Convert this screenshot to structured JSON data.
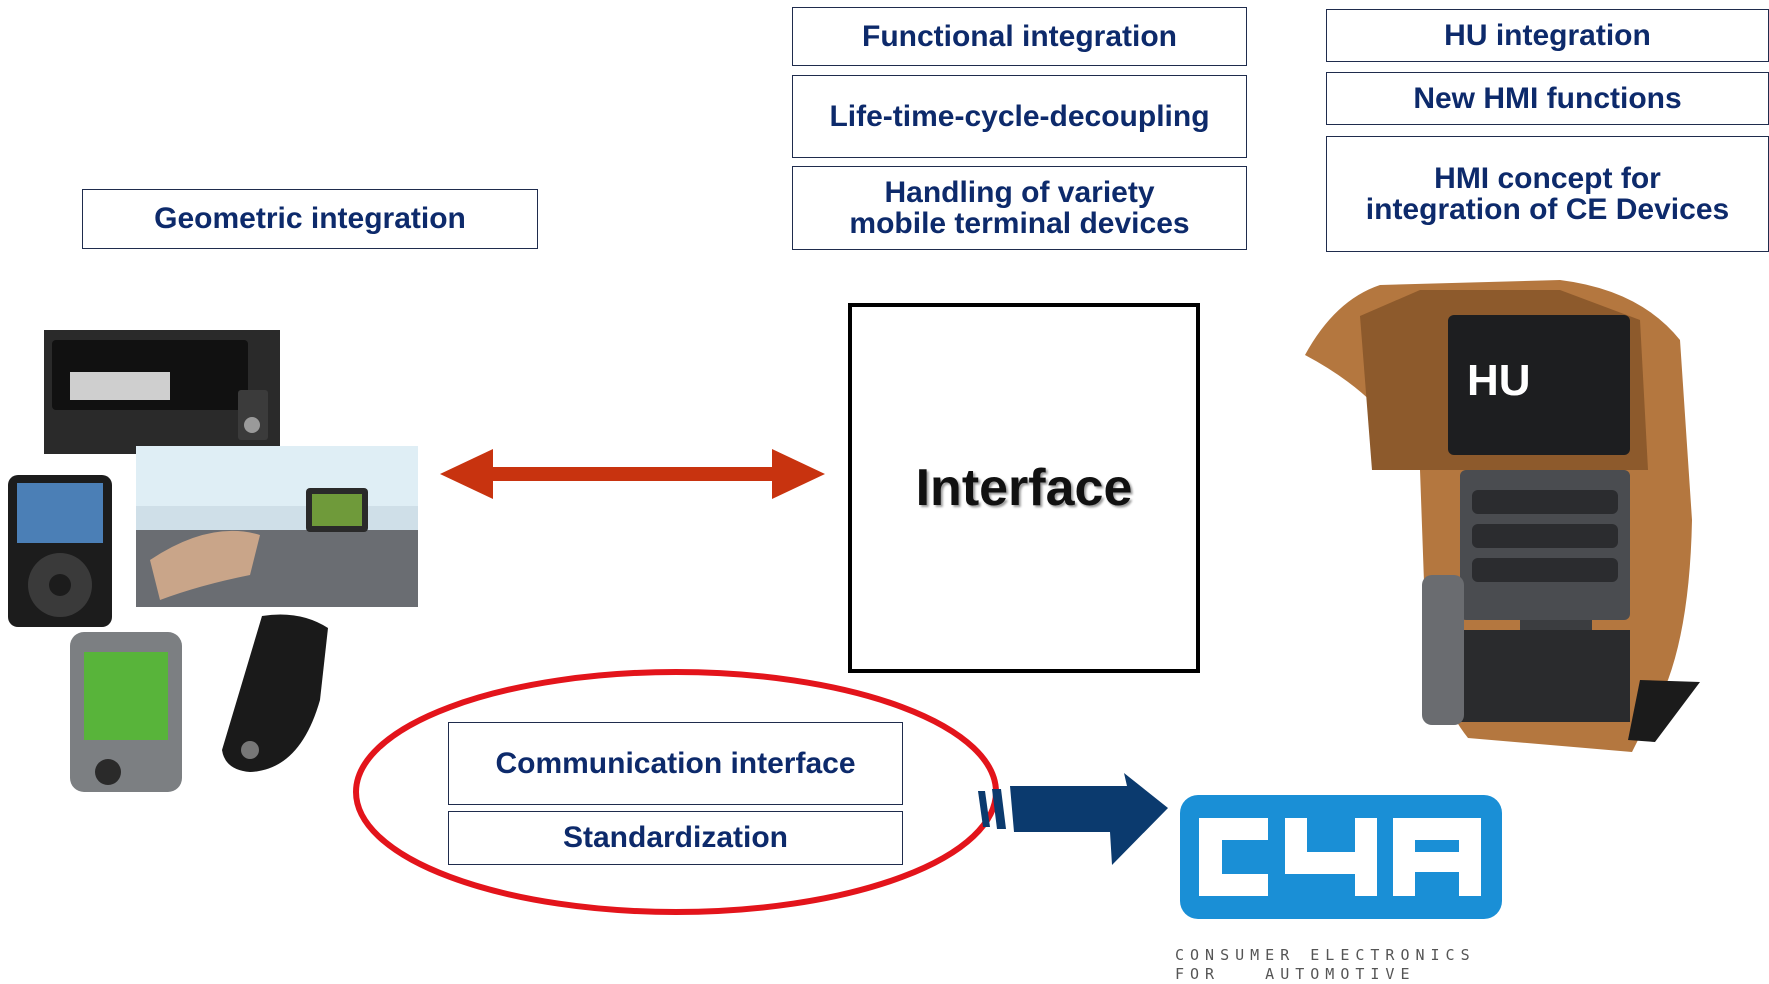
{
  "boxes": {
    "geometric": "Geometric integration",
    "functional": "Functional integration",
    "lifetime": "Life-time-cycle-decoupling",
    "variety_line1": "Handling of variety",
    "variety_line2": "mobile terminal devices",
    "hu_integration": "HU integration",
    "new_hmi": "New HMI functions",
    "hmi_concept_line1": "HMI concept for",
    "hmi_concept_line2": "integration of CE Devices",
    "communication": "Communication interface",
    "standardization": "Standardization"
  },
  "interface_label": "Interface",
  "head_unit_label": "HU",
  "logo": {
    "wordmark": "C4A",
    "subtitle_line1": "CONSUMER ELECTRONICS",
    "subtitle_line2": "FOR   AUTOMOTIVE"
  },
  "colors": {
    "box_text": "#0d2a6b",
    "double_arrow": "#c8330f",
    "ellipse": "#e3141b",
    "block_arrow": "#0b3a6e",
    "logo_blue": "#1a8fd6"
  }
}
